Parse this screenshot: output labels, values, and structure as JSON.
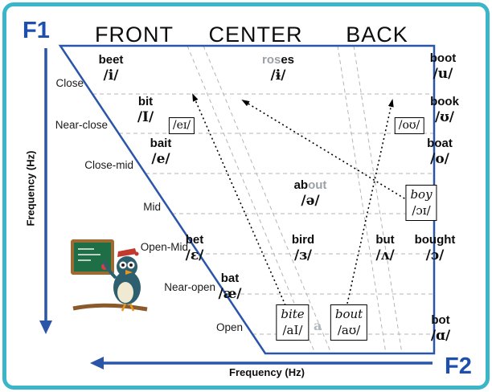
{
  "title_row": {
    "front": "FRONT",
    "center": "CENTER",
    "back": "BACK"
  },
  "axes": {
    "f1": "F1",
    "f2": "F2",
    "left_axis_label": "Frequency (Hz)",
    "bottom_axis_label": "Frequency (Hz)"
  },
  "heights": [
    "Close",
    "Near-close",
    "Close-mid",
    "Mid",
    "Open-Mid",
    "Near-open",
    "Open"
  ],
  "cells": {
    "beet": {
      "word": "beet",
      "symbol": "/i/"
    },
    "roses": {
      "word_gray": "ros",
      "word_black": "es",
      "symbol": "/ɨ/"
    },
    "boot": {
      "word": "boot",
      "symbol": "/u/"
    },
    "bit": {
      "word": "bit",
      "symbol": "/I/"
    },
    "book": {
      "word": "book",
      "symbol": "/ʊ/"
    },
    "bait": {
      "word": "bait",
      "symbol": "/e/"
    },
    "boat": {
      "word": "boat",
      "symbol": "/o/"
    },
    "about": {
      "word_black": "ab",
      "word_gray": "out",
      "symbol": "/ə/"
    },
    "bet": {
      "word": "bet",
      "symbol": "/ɛ/"
    },
    "bird": {
      "word": "bird",
      "symbol": "/ɜ/"
    },
    "but": {
      "word": "but",
      "symbol": "/ʌ/"
    },
    "bought": {
      "word": "bought",
      "symbol": "/ɔ/"
    },
    "bat": {
      "word": "bat",
      "symbol": "/æ/"
    },
    "bot": {
      "word": "bot",
      "symbol": "/ɑ/"
    },
    "stray_a": "a"
  },
  "boxes": {
    "ei": "/eɪ/",
    "ou": "/oʊ/",
    "boy": {
      "word": "boy",
      "symbol": "/ɔɪ/"
    },
    "bite": {
      "word": "bite",
      "symbol": "/aI/"
    },
    "bout": {
      "word": "bout",
      "symbol": "/aʊ/"
    }
  },
  "colors": {
    "frame_teal": "#3bb6c9",
    "axis_blue": "#2a55a8",
    "f_label_blue": "#1d4fae",
    "grid_gray": "#b5b5b5",
    "muted_text_gray": "#9aa0a6"
  }
}
